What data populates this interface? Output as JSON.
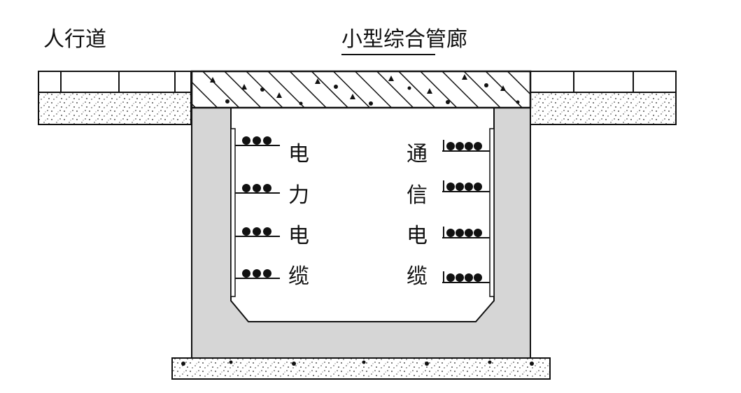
{
  "labels": {
    "sidewalk": "人行道",
    "title": "小型综合管廊"
  },
  "left_column": [
    "电",
    "力",
    "电",
    "缆"
  ],
  "right_column": [
    "通",
    "信",
    "电",
    "缆"
  ],
  "colors": {
    "line": "#111111",
    "wall_fill": "#d6d6d6",
    "background": "#ffffff"
  }
}
